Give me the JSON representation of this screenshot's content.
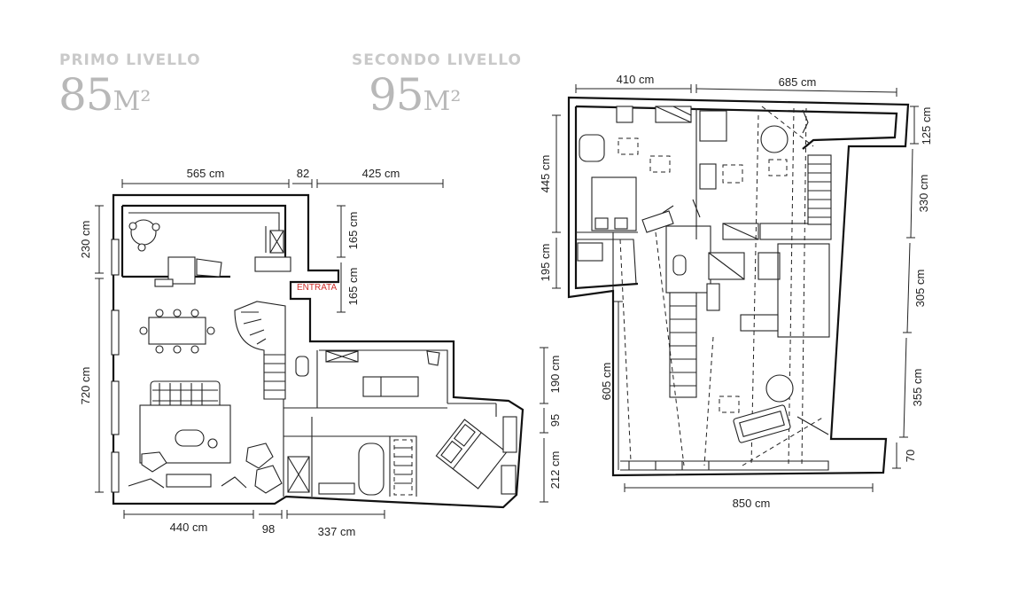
{
  "level1": {
    "label": "PRIMO LIVELLO",
    "area_number": "85",
    "area_unit": "M²"
  },
  "level2": {
    "label": "SECONDO LIVELLO",
    "area_number": "95",
    "area_unit": "M²"
  },
  "entrance_label": "ENTRATA",
  "dimensions_level1": {
    "top_1": "565 cm",
    "top_2": "82",
    "top_3": "425 cm",
    "left_1": "230 cm",
    "left_2": "720 cm",
    "inner_1": "165 cm",
    "inner_2": "165 cm",
    "right_1": "190 cm",
    "right_2": "95",
    "right_3": "212 cm",
    "bottom_1": "440 cm",
    "bottom_2": "98",
    "bottom_3": "337 cm"
  },
  "dimensions_level2": {
    "top_1": "410 cm",
    "top_2": "685 cm",
    "left_1": "445 cm",
    "left_2": "195 cm",
    "left_3": "605 cm",
    "right_1": "125 cm",
    "right_2": "330 cm",
    "right_3": "305 cm",
    "right_4": "355 cm",
    "right_5": "70",
    "bottom_1": "850 cm"
  }
}
